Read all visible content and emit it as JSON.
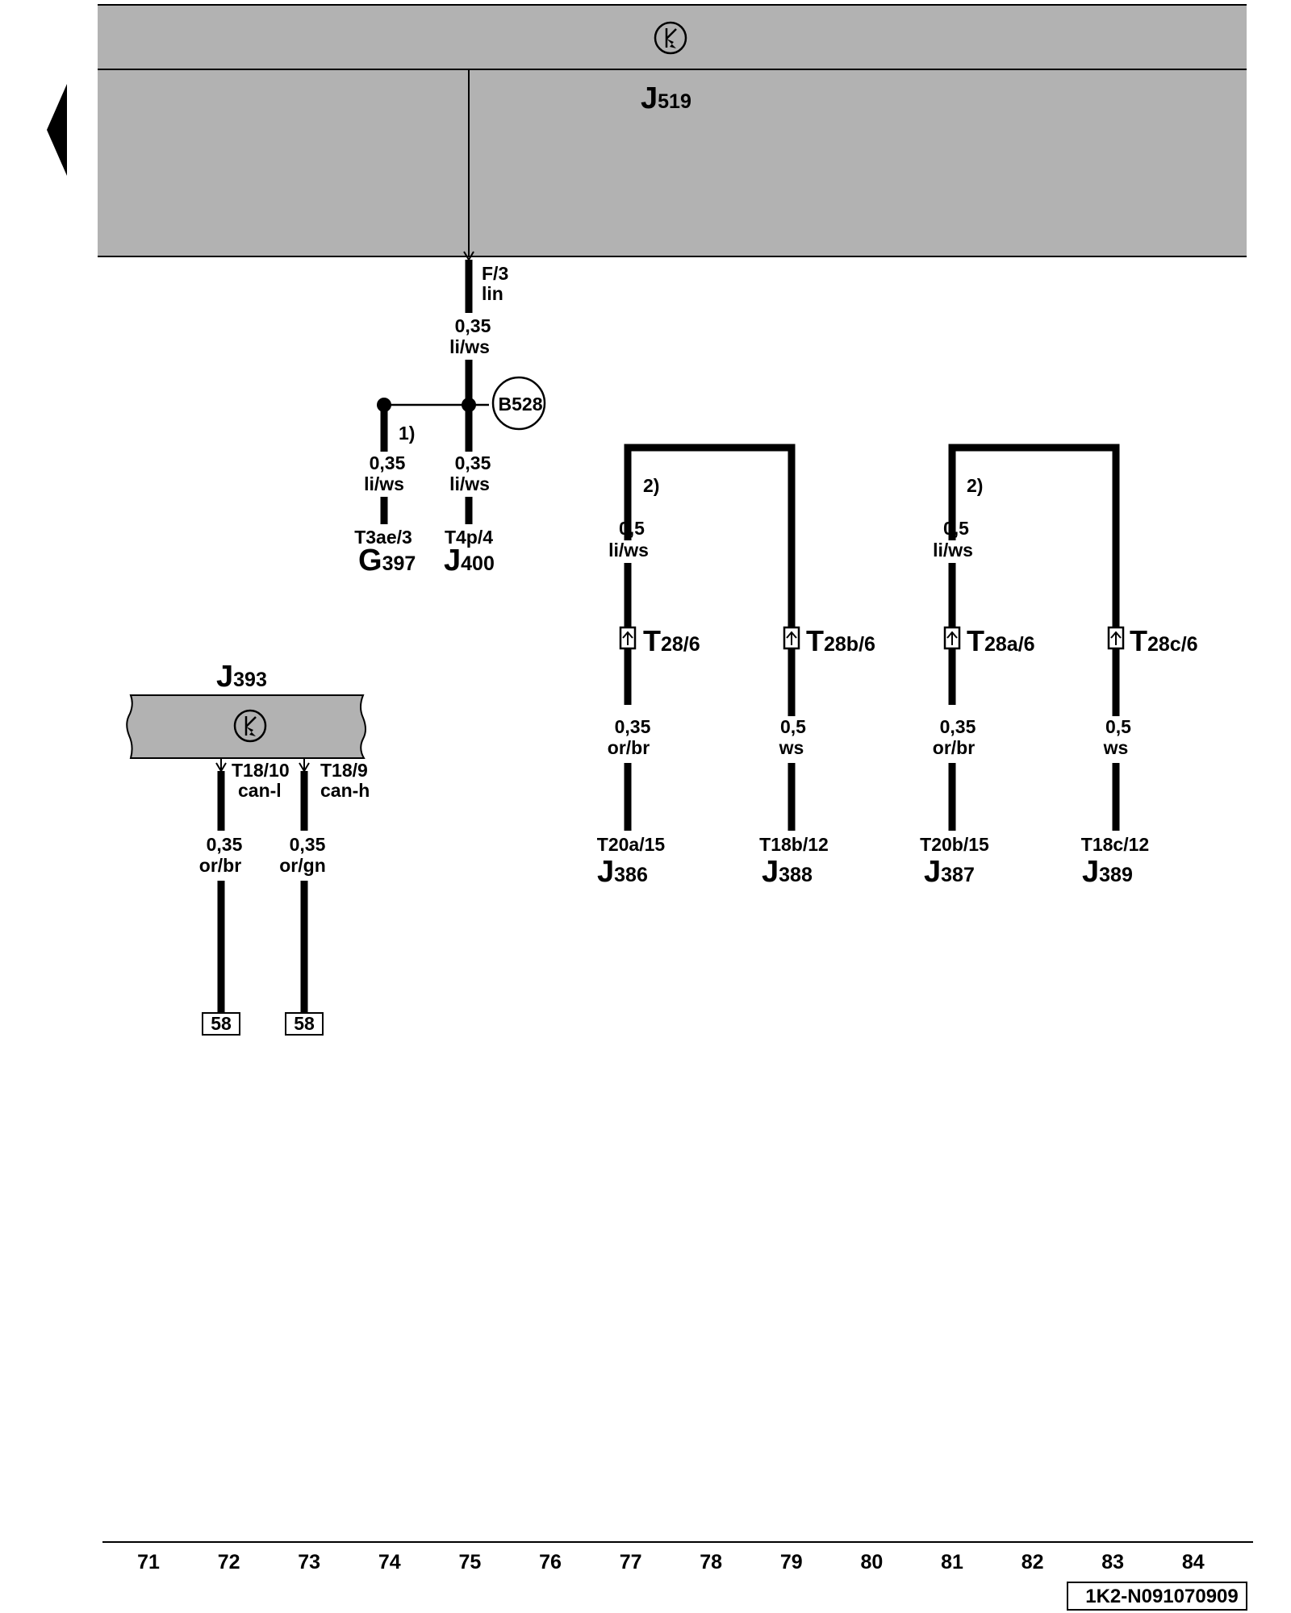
{
  "nav": {
    "prev_arrow_icon": "left-triangle-arrow-icon"
  },
  "modules": {
    "j519": {
      "letter": "J",
      "number": "519",
      "icon": "can-bus-k-icon"
    },
    "j393": {
      "letter": "J",
      "number": "393",
      "icon": "can-bus-k-icon"
    }
  },
  "j519_pin": {
    "pin": "F/3",
    "signal": "lin"
  },
  "main_wire": {
    "size": "0,35",
    "color": "li/ws"
  },
  "splice": {
    "name": "B528"
  },
  "branch_g397": {
    "note": "1)",
    "size": "0,35",
    "color": "li/ws",
    "connector": "T3ae/3",
    "letter": "G",
    "number": "397"
  },
  "branch_j400": {
    "size": "0,35",
    "color": "li/ws",
    "connector": "T4p/4",
    "letter": "J",
    "number": "400"
  },
  "loops": [
    {
      "note": "2)",
      "top_size": "0,5",
      "top_color": "li/ws",
      "left": {
        "tc_letter": "T",
        "tc_sub": "28/6",
        "size": "0,35",
        "color": "or/br",
        "connector": "T20a/15",
        "letter": "J",
        "number": "386"
      },
      "right": {
        "tc_letter": "T",
        "tc_sub": "28b/6",
        "size": "0,5",
        "color": "ws",
        "connector": "T18b/12",
        "letter": "J",
        "number": "388"
      }
    },
    {
      "note": "2)",
      "top_size": "0,5",
      "top_color": "li/ws",
      "left": {
        "tc_letter": "T",
        "tc_sub": "28a/6",
        "size": "0,35",
        "color": "or/br",
        "connector": "T20b/15",
        "letter": "J",
        "number": "387"
      },
      "right": {
        "tc_letter": "T",
        "tc_sub": "28c/6",
        "size": "0,5",
        "color": "ws",
        "connector": "T18c/12",
        "letter": "J",
        "number": "389"
      }
    }
  ],
  "j393_pins": [
    {
      "pin": "T18/10",
      "signal": "can-l",
      "size": "0,35",
      "color": "or/br",
      "ref": "58"
    },
    {
      "pin": "T18/9",
      "signal": "can-h",
      "size": "0,35",
      "color": "or/gn",
      "ref": "58"
    }
  ],
  "columns": [
    "71",
    "72",
    "73",
    "74",
    "75",
    "76",
    "77",
    "78",
    "79",
    "80",
    "81",
    "82",
    "83",
    "84"
  ],
  "doc_id": "1K2-N091070909"
}
